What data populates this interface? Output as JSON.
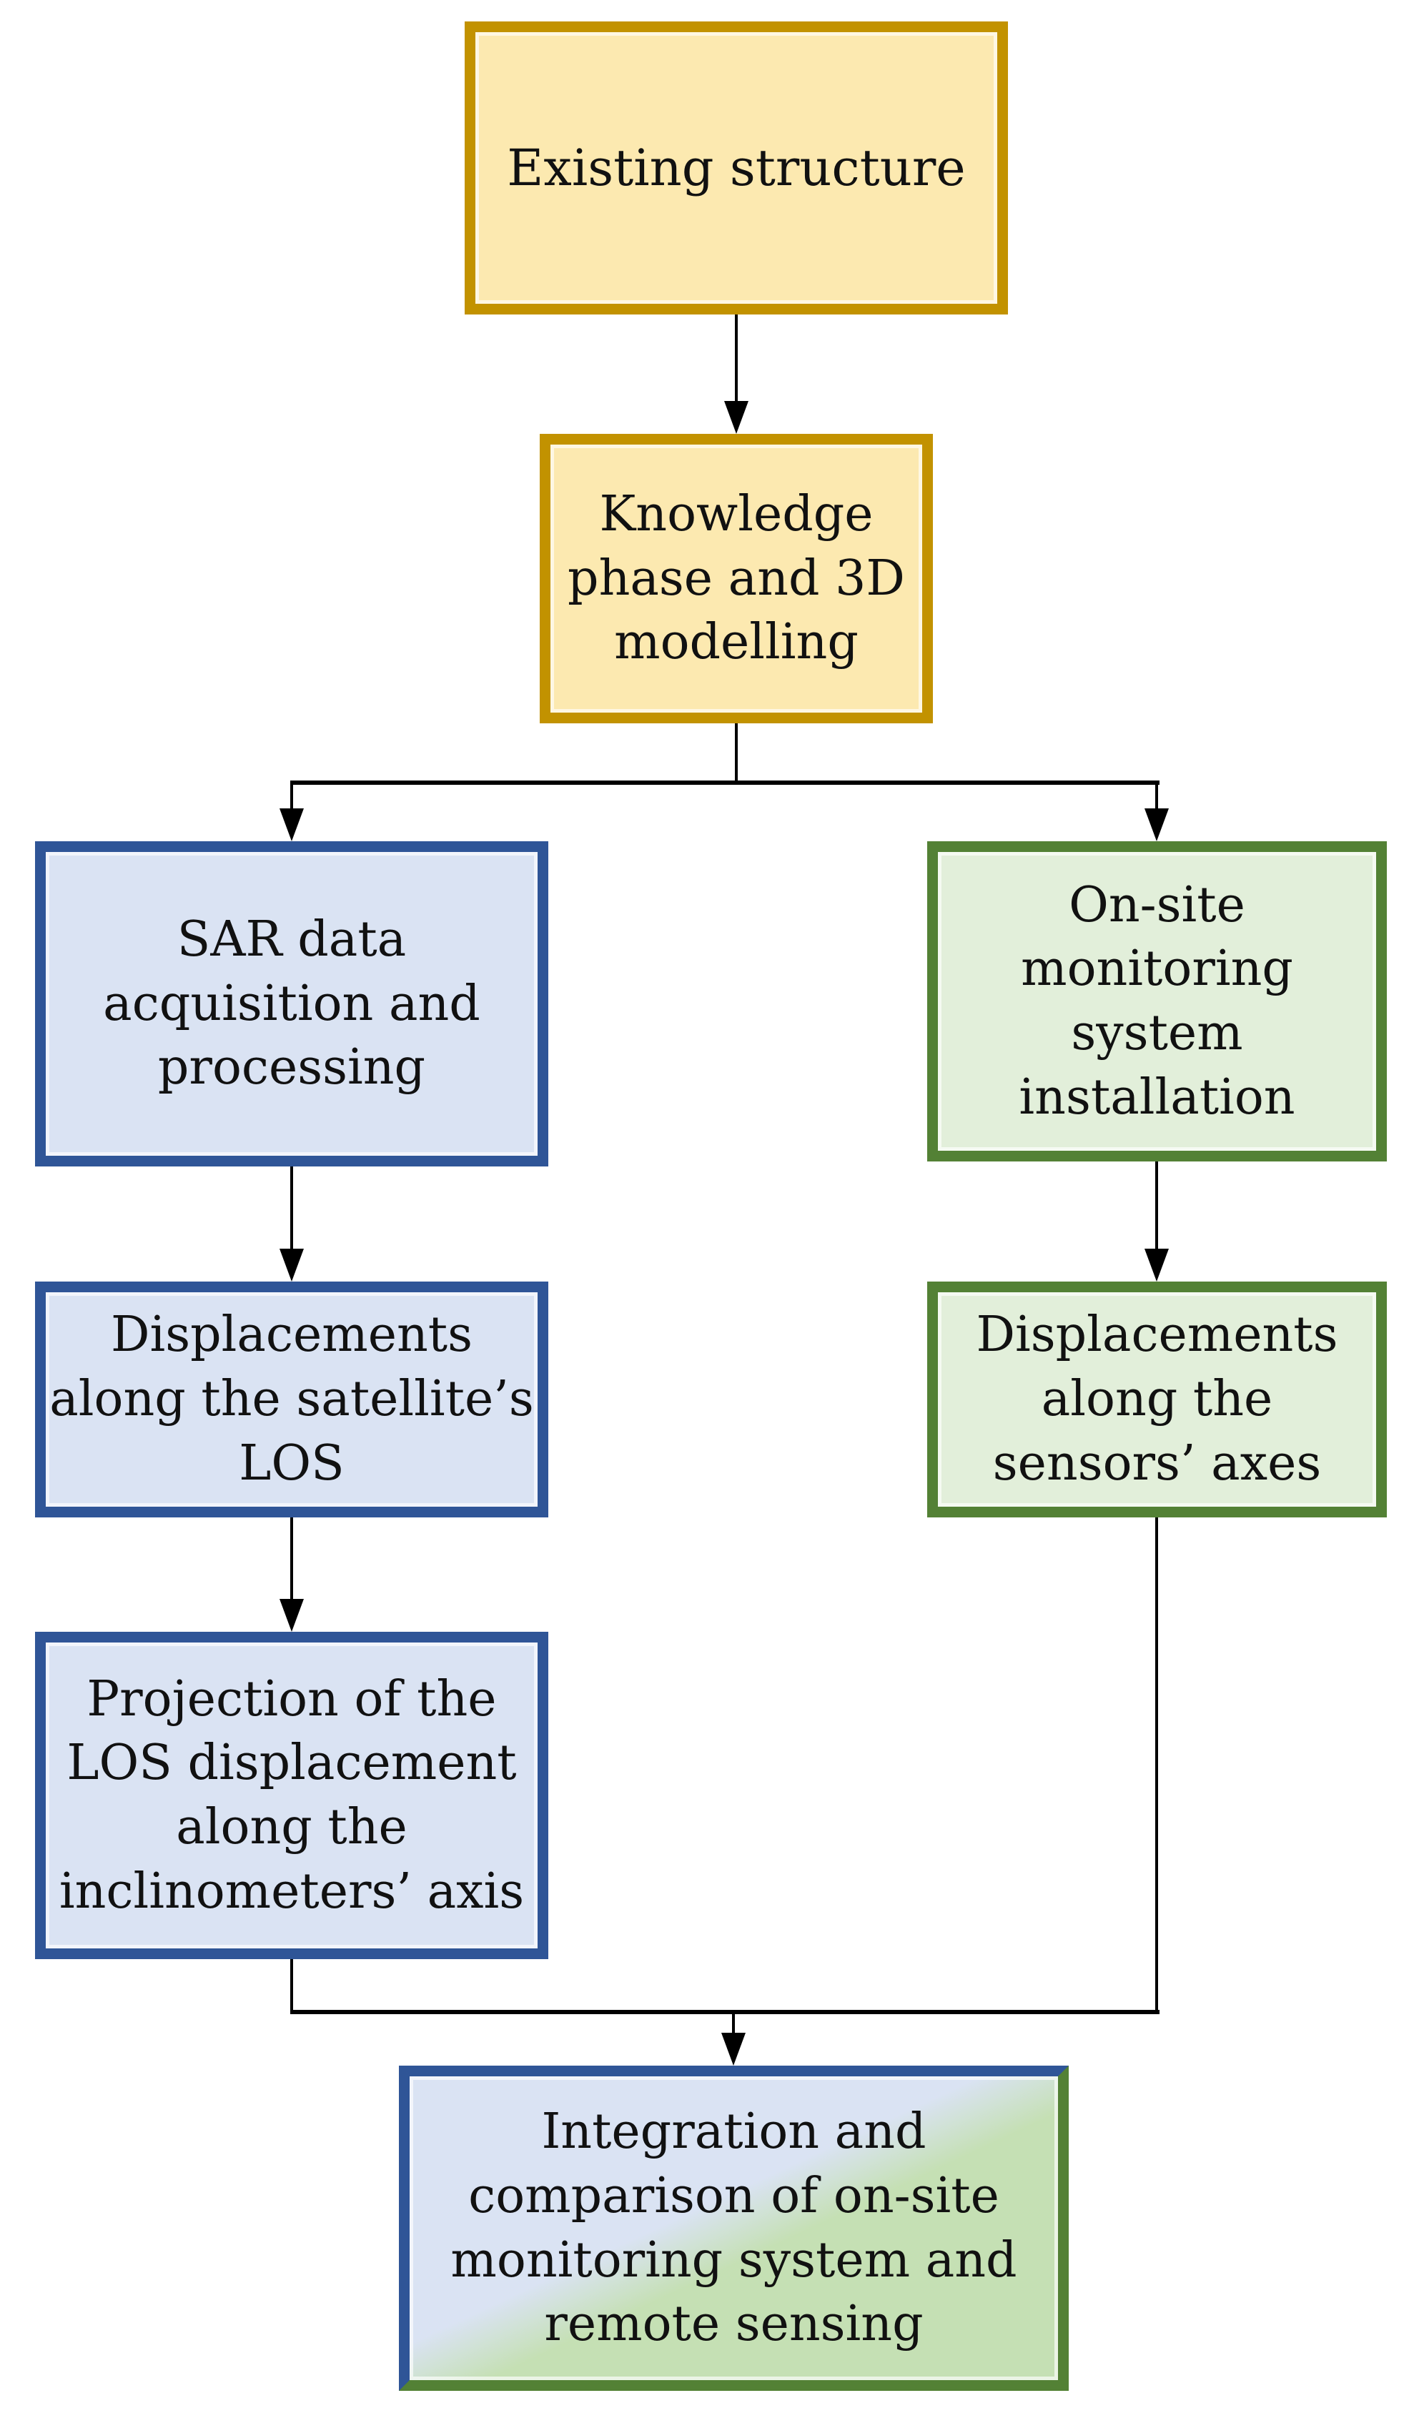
{
  "diagram": {
    "nodes": {
      "existing_structure": {
        "label": "Existing structure"
      },
      "knowledge_phase": {
        "label": "Knowledge\nphase and 3D\nmodelling"
      },
      "sar_acquisition": {
        "label": "SAR data\nacquisition and\nprocessing"
      },
      "onsite_installation": {
        "label": "On-site\nmonitoring\nsystem\ninstallation"
      },
      "displacements_los": {
        "label": "Displacements\nalong the satellite’s\nLOS"
      },
      "displacements_sensors": {
        "label": "Displacements\nalong the\nsensors’ axes"
      },
      "projection_los": {
        "label": "Projection of the\nLOS displacement\nalong the\ninclinometers’ axis"
      },
      "integration": {
        "label": "Integration and\ncomparison of on-site\nmonitoring system and\nremote sensing"
      }
    }
  },
  "colors": {
    "yellow_fill": "#FCE9B0",
    "yellow_border": "#C29200",
    "blue_fill": "#DAE3F3",
    "blue_border": "#2F5597",
    "green_fill": "#E2EFDA",
    "green_border": "#538135",
    "integration_green_fill": "#C5E0B4",
    "connector": "#000000"
  }
}
